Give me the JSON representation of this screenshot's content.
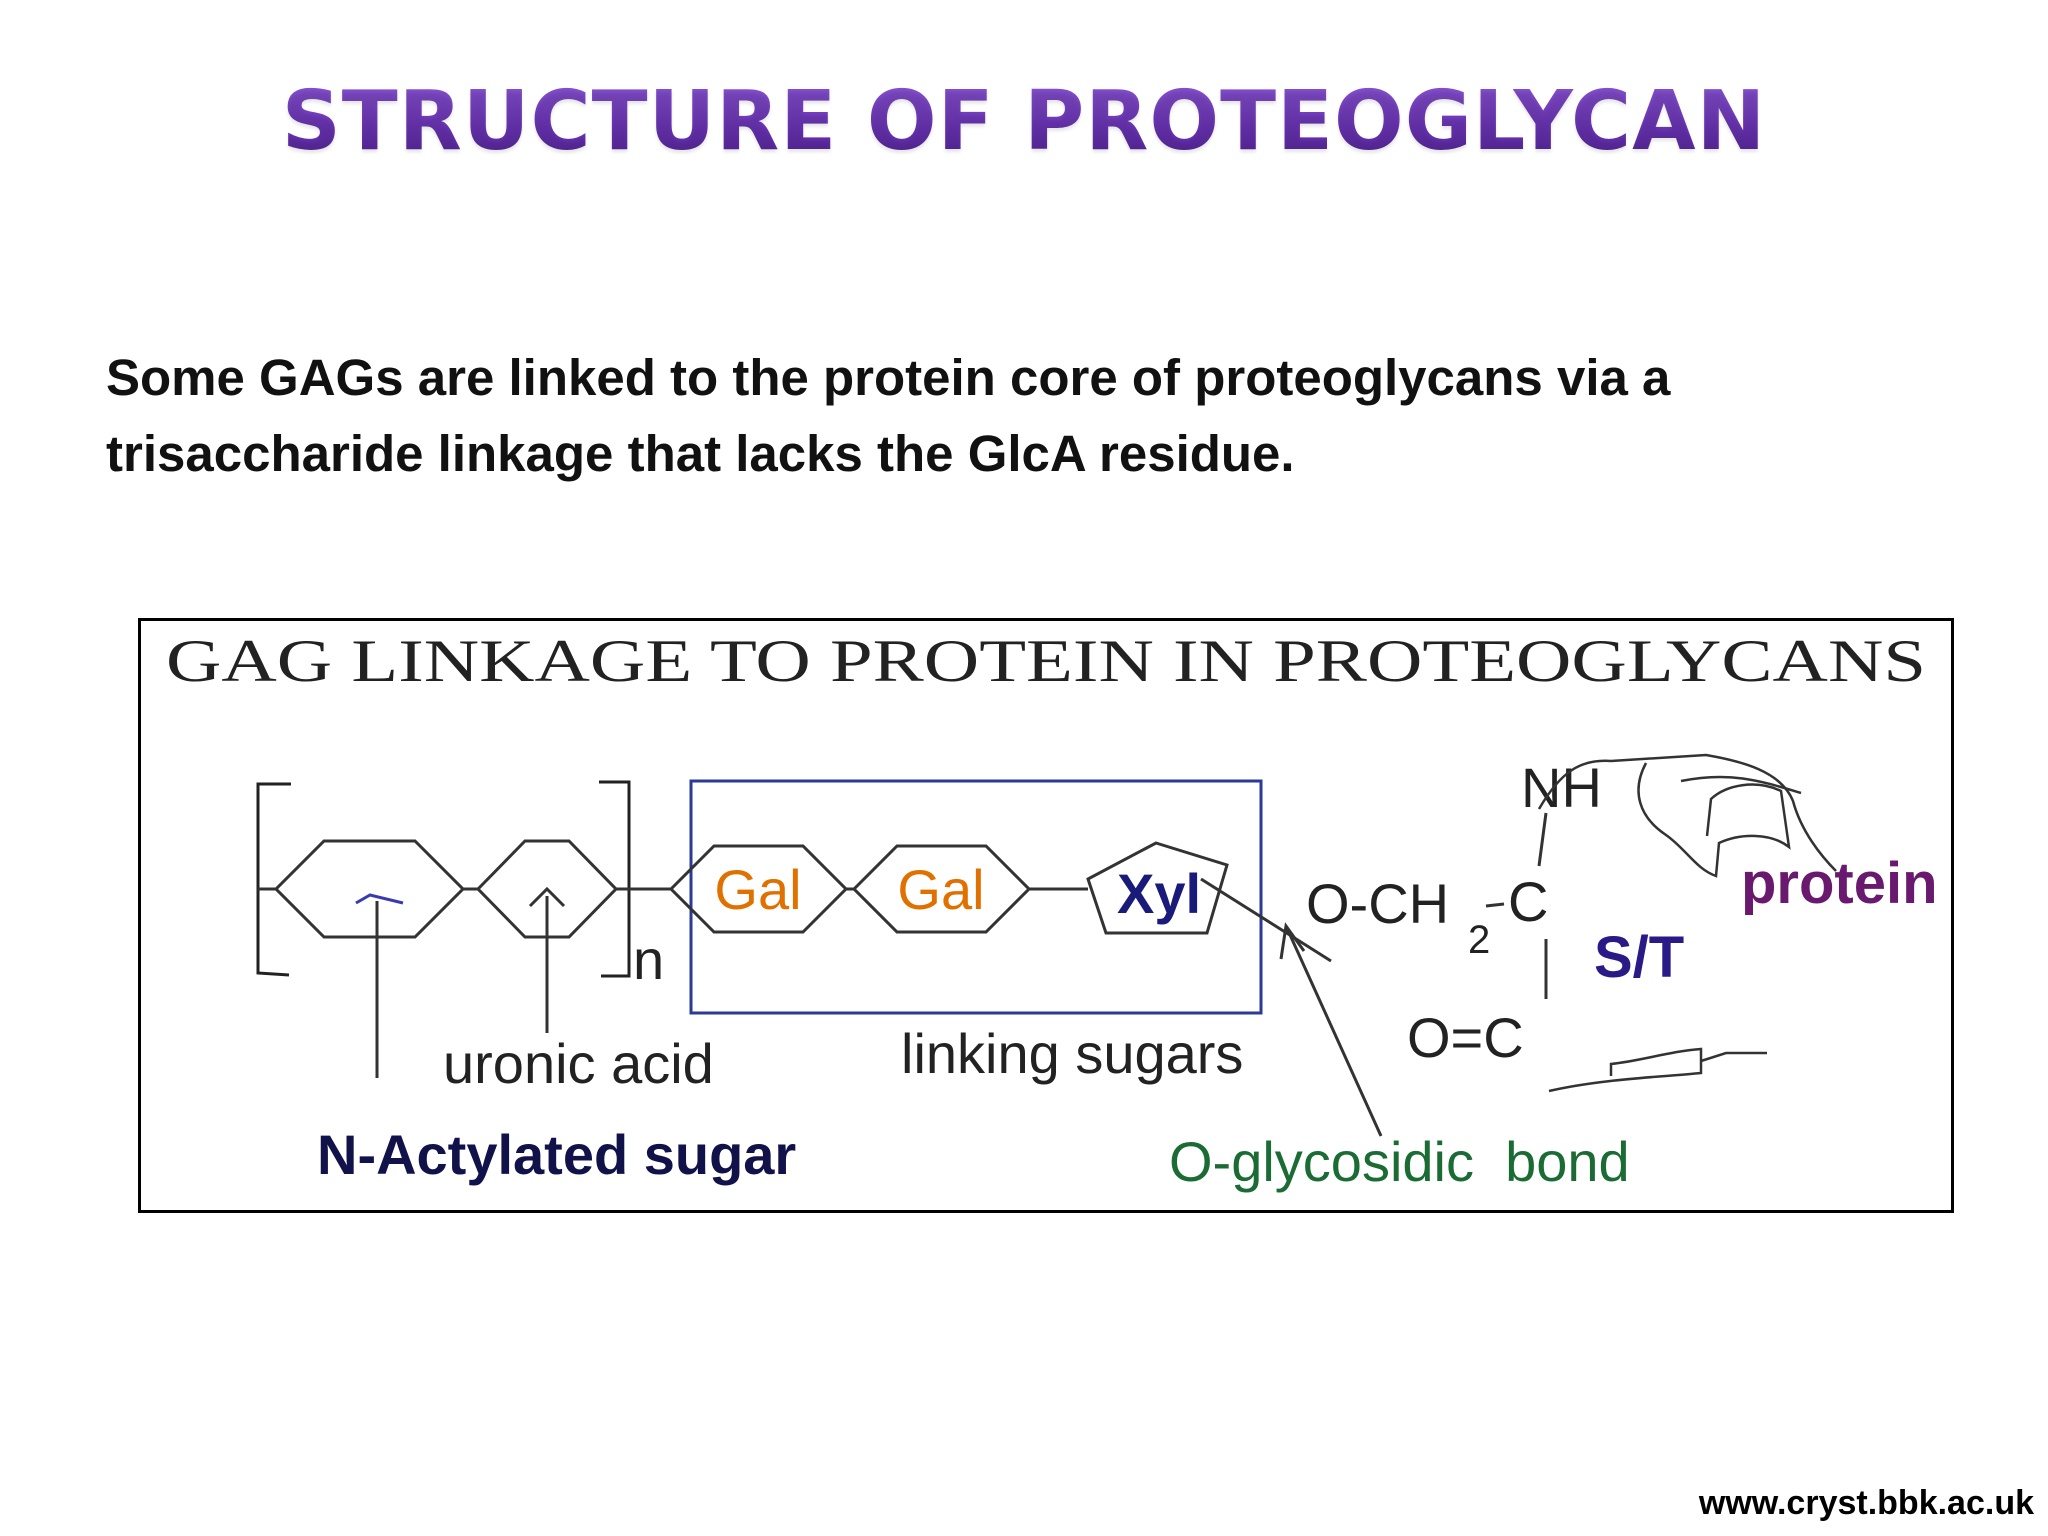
{
  "slide": {
    "title": "STRUCTURE OF PROTEOGLYCAN",
    "intro_line1": "Some GAGs are linked to the protein core of proteoglycans via a",
    "intro_line2": "trisaccharide linkage that lacks the GlcA residue.",
    "footer_url": "www.cryst.bbk.ac.uk"
  },
  "diagram": {
    "heading": "GAG LINKAGE TO PROTEIN IN PROTEOGLYCANS",
    "repeat_subscript": "n",
    "sugars": {
      "gal_1": "Gal",
      "gal_2": "Gal",
      "xyl": "Xyl"
    },
    "labels": {
      "uronic_acid": "uronic acid",
      "n_acetylated_sugar": "N-Actylated sugar",
      "linking_sugars": "linking sugars",
      "o_glycosidic_bond": "O-glycosidic  bond",
      "protein": "protein",
      "serine_threonine": "S/T"
    },
    "chemistry": {
      "nh": "NH",
      "och2": "O-CH",
      "subscript_2": "2",
      "c_upper": "C",
      "oc": "O=C"
    },
    "colors": {
      "title_purple": "#6b34b6",
      "gal_orange": "#e07000",
      "xyl_navy": "#1a1a7a",
      "navy": "#12124a",
      "green": "#1b6b35",
      "protein_purple": "#6a1a6e",
      "link_box_blue": "#2a3a9a"
    }
  }
}
